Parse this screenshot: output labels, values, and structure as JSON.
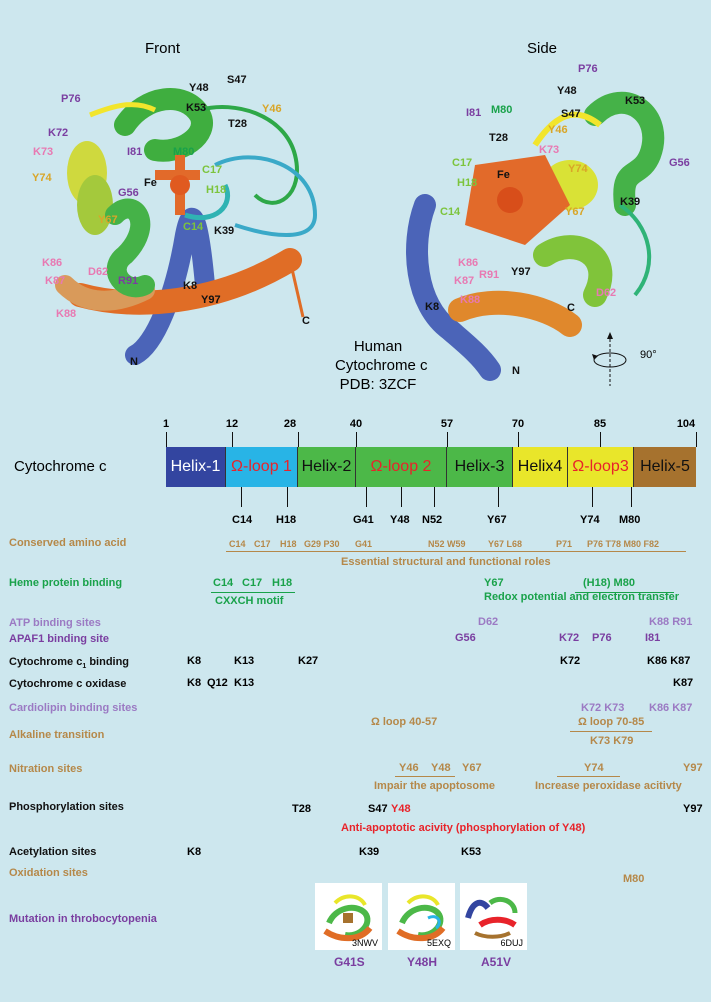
{
  "structure": {
    "front_label": "Front",
    "side_label": "Side",
    "center_label_line1": "Human",
    "center_label_line2": "Cytochrome c",
    "center_label_line3": "PDB: 3ZCF",
    "rotation_label": "90°",
    "front_residues": [
      "Y48",
      "S47",
      "P76",
      "K53",
      "Y46",
      "K72",
      "T28",
      "K73",
      "I81",
      "M80",
      "C17",
      "Y74",
      "Fe",
      "H18",
      "G56",
      "Y67",
      "C14",
      "K39",
      "K86",
      "D62",
      "K87",
      "R91",
      "K8",
      "Y97",
      "K88",
      "C",
      "N"
    ],
    "side_residues": [
      "P76",
      "Y48",
      "K53",
      "S47",
      "I81",
      "M80",
      "T28",
      "Y46",
      "K73",
      "G56",
      "C17",
      "H18",
      "Fe",
      "Y74",
      "C14",
      "K39",
      "Y67",
      "K86",
      "K87",
      "R91",
      "Y97",
      "K88",
      "D62",
      "K8",
      "C",
      "N"
    ]
  },
  "bar": {
    "title": "Cytochrome c",
    "numbers": [
      "1",
      "12",
      "28",
      "40",
      "57",
      "70",
      "85",
      "104"
    ],
    "segments": [
      {
        "label": "Helix-1",
        "color": "#3345a0",
        "text_color": "#ffffff"
      },
      {
        "label": "Ω-loop 1",
        "color": "#28b4e6",
        "text_color": "#e8232a"
      },
      {
        "label": "Helix-2",
        "color": "#4cb848",
        "text_color": "#111111"
      },
      {
        "label": "Ω-loop 2",
        "color": "#4cb848",
        "text_color": "#e8232a"
      },
      {
        "label": "Helix-3",
        "color": "#4cb848",
        "text_color": "#111111"
      },
      {
        "label": "Helix4",
        "color": "#e9e62a",
        "text_color": "#111111"
      },
      {
        "label": "Ω-loop3",
        "color": "#e9e62a",
        "text_color": "#e8232a"
      },
      {
        "label": "Helix-5",
        "color": "#a6722e",
        "text_color": "#111111"
      }
    ],
    "markers": [
      "C14",
      "H18",
      "G41",
      "Y48",
      "N52",
      "Y67",
      "Y74",
      "M80"
    ]
  },
  "rows": {
    "conserved": {
      "label": "Conserved amino acid",
      "items": [
        "C14",
        "C17",
        "H18",
        "G29 P30",
        "G41",
        "N52 W59",
        "Y67 L68",
        "P71",
        "P76 T78 M80 F82"
      ],
      "caption": "Essential structural and functional roles"
    },
    "heme": {
      "label": "Heme protein binding",
      "items": [
        "C14",
        "C17",
        "H18",
        "Y67",
        "(H18) M80"
      ],
      "caption1": "CXXCH motif",
      "caption2": "Redox potential and electron transfer"
    },
    "atp": {
      "label": "ATP binding sites",
      "items": [
        "D62",
        "K88 R91"
      ]
    },
    "apaf1": {
      "label": "APAF1 binding site",
      "items": [
        "G56",
        "K72",
        "P76",
        "I81"
      ]
    },
    "c1": {
      "label": "Cytochrome c",
      "label_sub": "1",
      "label_tail": " binding",
      "items": [
        "K8",
        "K13",
        "K27",
        "K72",
        "K86 K87"
      ]
    },
    "oxidase": {
      "label": "Cytochrome c oxidase",
      "items": [
        "K8",
        "Q12",
        "K13",
        "K87"
      ]
    },
    "cardiolipin": {
      "label": "Cardiolipin binding sites",
      "items": [
        "K72 K73",
        "K86 K87"
      ]
    },
    "alkaline": {
      "label": "Alkaline transition",
      "items": [
        "Ω loop 40-57",
        "Ω loop 70-85",
        "K73 K79"
      ]
    },
    "nitration": {
      "label": "Nitration sites",
      "items": [
        "Y46",
        "Y48",
        "Y67",
        "Y74",
        "Y97"
      ],
      "caption1": "Impair the apoptosome",
      "caption2": "Increase peroxidase acitivty"
    },
    "phospho": {
      "label": "Phosphorylation sites",
      "items": [
        "T28",
        "S47",
        "Y48",
        "Y97"
      ],
      "caption": "Anti-apoptotic acivity (phosphorylation of Y48)"
    },
    "acetyl": {
      "label": "Acetylation sites",
      "items": [
        "K8",
        "K39",
        "K53"
      ]
    },
    "oxidation": {
      "label": "Oxidation sites",
      "items": [
        "M80"
      ]
    },
    "mutation": {
      "label": "Mutation in throbocytopenia",
      "items": [
        "G41S",
        "Y48H",
        "A51V"
      ],
      "pdb": [
        "3NWV",
        "5EXQ",
        "6DUJ"
      ]
    }
  },
  "colors": {
    "tan": "#b58849",
    "green": "#19a24a",
    "purple": "#7a3ea0",
    "lavender": "#9b7ac3",
    "red": "#e8232a",
    "pink": "#e879b2",
    "yellow": "#d9a628",
    "lime": "#7cc43c"
  }
}
